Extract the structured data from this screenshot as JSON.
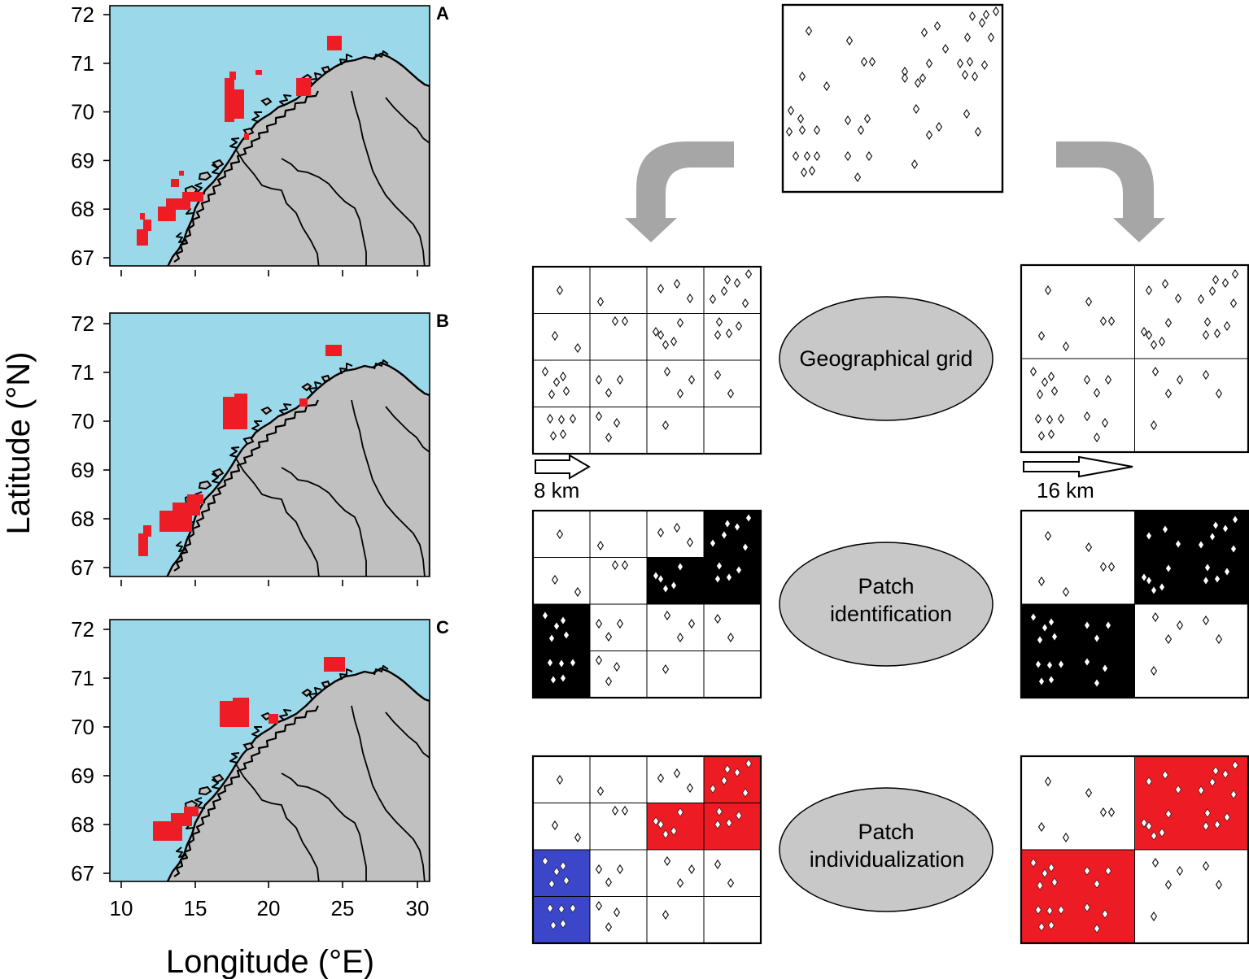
{
  "maps": {
    "panels": [
      {
        "label": "A"
      },
      {
        "label": "B"
      },
      {
        "label": "C"
      }
    ],
    "y_ticks": [
      "67",
      "68",
      "69",
      "70",
      "71",
      "72"
    ],
    "x_ticks": [
      "10",
      "15",
      "20",
      "25",
      "30"
    ],
    "x_title": "Longitude (°E)",
    "y_title": "Latitude (°N)",
    "colors": {
      "sea": "#9bd8e9",
      "land": "#c0c0c0",
      "patch": "#ee1c24"
    }
  },
  "diagram": {
    "steps": [
      {
        "line1": "Geographical grid",
        "line2": ""
      },
      {
        "line1": "Patch",
        "line2": "identification"
      },
      {
        "line1": "Patch",
        "line2": "individualization"
      }
    ],
    "scale_left": "8 km",
    "scale_right": "16 km",
    "colors": {
      "patch_black": "#000000",
      "patch_red": "#ed1c24",
      "patch_blue": "#3c46c8",
      "oval": "#c8c8c8",
      "arrow": "#a6a6a6"
    }
  }
}
